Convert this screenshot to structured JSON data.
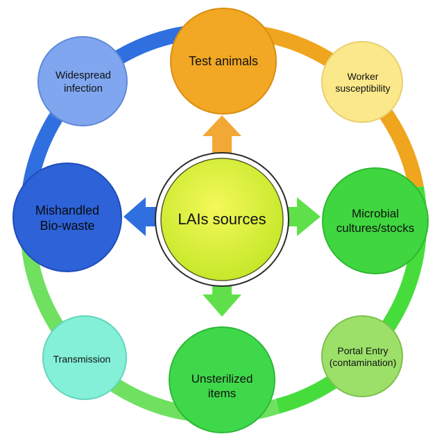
{
  "title": "LAIs sources",
  "colors": {
    "ring_blue": "#2f6fe0",
    "ring_orange": "#f0a51e",
    "ring_green": "#4fe04a",
    "ring_light_green": "#7ee46a",
    "center_fill": "#e6f02e",
    "arrow_orange": "#f2a834",
    "arrow_blue": "#2f6fe0",
    "arrow_green": "#5fe04a"
  },
  "nodes": [
    {
      "id": "test-animals",
      "label": "Test animals",
      "fill": "#f2a825"
    },
    {
      "id": "worker-susceptibility",
      "label": "Worker\nsusceptibility",
      "fill": "#fbe88a"
    },
    {
      "id": "microbial-cultures",
      "label": "Microbial\ncultures/stocks",
      "fill": "#3fd63f"
    },
    {
      "id": "portal-entry",
      "label": "Portal Entry\n(contamination)",
      "fill": "#9ce06a"
    },
    {
      "id": "unsterilized-items",
      "label": "Unsterilized\nitems",
      "fill": "#3fd84a"
    },
    {
      "id": "transmission",
      "label": "Transmission",
      "fill": "#84f0d8"
    },
    {
      "id": "mishandled-biowaste",
      "label": "Mishandled\nBio-waste",
      "fill": "#2d62d8"
    },
    {
      "id": "widespread-infection",
      "label": "Widespread\ninfection",
      "fill": "#7fa6ef"
    }
  ]
}
